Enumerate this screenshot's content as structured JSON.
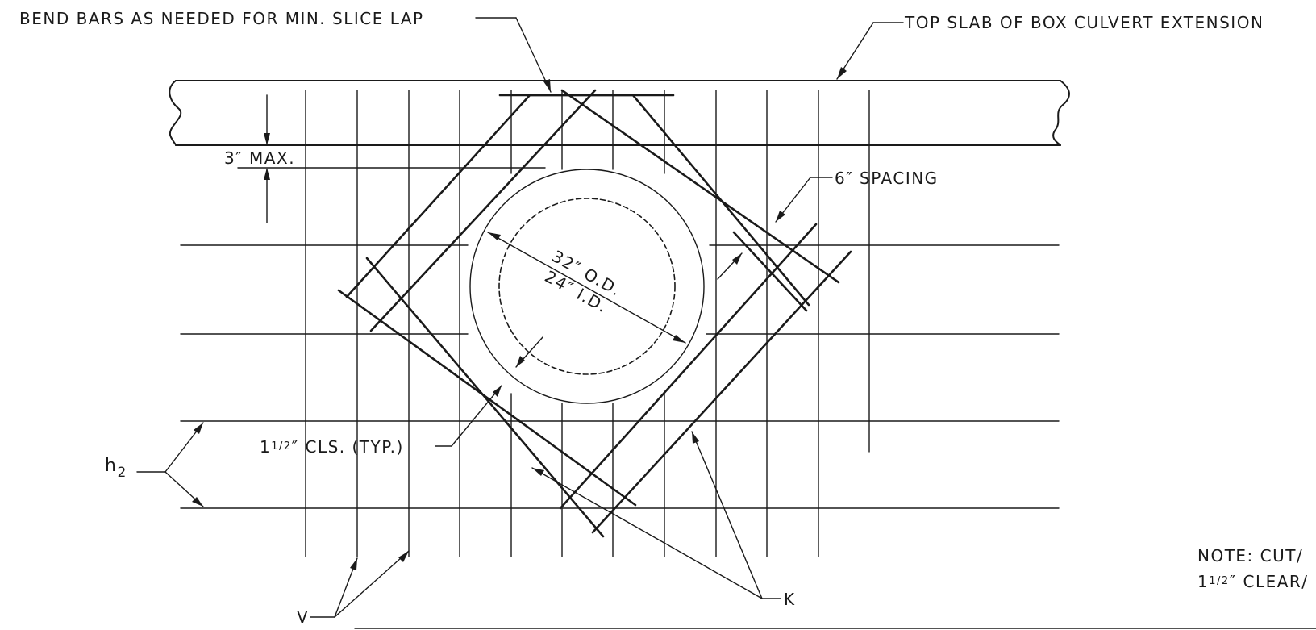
{
  "labels": {
    "bend_bars": "BEND BARS AS NEEDED FOR MIN. SLICE LAP",
    "top_slab": "TOP SLAB OF BOX CULVERT EXTENSION",
    "max_3": "3″ MAX.",
    "spacing_6": "6″ SPACING",
    "od": "32″ O.D.",
    "id": "24″ I.D.",
    "cls_pre": "1",
    "cls_frac": "1/2",
    "cls_post": "″ CLS. (TYP.)",
    "h2_base": "h",
    "h2_sub": "2",
    "v": "V",
    "k": "K",
    "note_line1": "NOTE: CUT/",
    "note_line2_pre": "1",
    "note_line2_frac": "1/2",
    "note_line2_post": "″ CLEAR/"
  }
}
